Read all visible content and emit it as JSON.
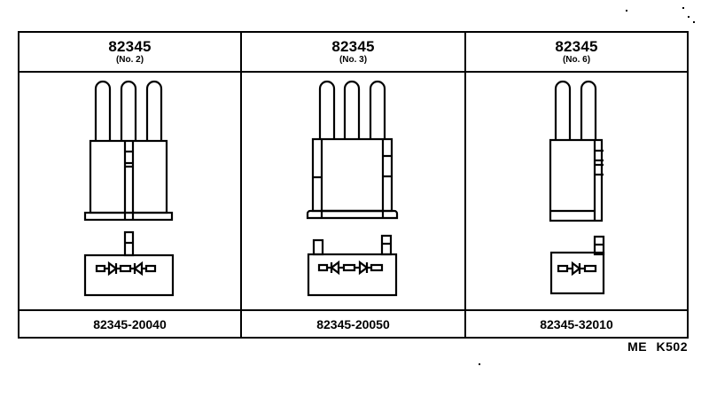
{
  "table": {
    "columns": [
      {
        "header": {
          "title": "82345",
          "subtitle": "(No. 2)"
        },
        "diagram": {
          "pins": 3,
          "symbol": "diode-pair-series-opposed",
          "icon": "connector-3pin-icon"
        },
        "part_number": "82345-20040"
      },
      {
        "header": {
          "title": "82345",
          "subtitle": "(No. 3)"
        },
        "diagram": {
          "pins": 3,
          "symbol": "diode-pair-series-opposed",
          "icon": "connector-3pin-icon"
        },
        "part_number": "82345-20050"
      },
      {
        "header": {
          "title": "82345",
          "subtitle": "(No. 6)"
        },
        "diagram": {
          "pins": 2,
          "symbol": "single-diode",
          "icon": "connector-2pin-icon"
        },
        "part_number": "82345-32010"
      }
    ]
  },
  "figure_code": "ME K502"
}
